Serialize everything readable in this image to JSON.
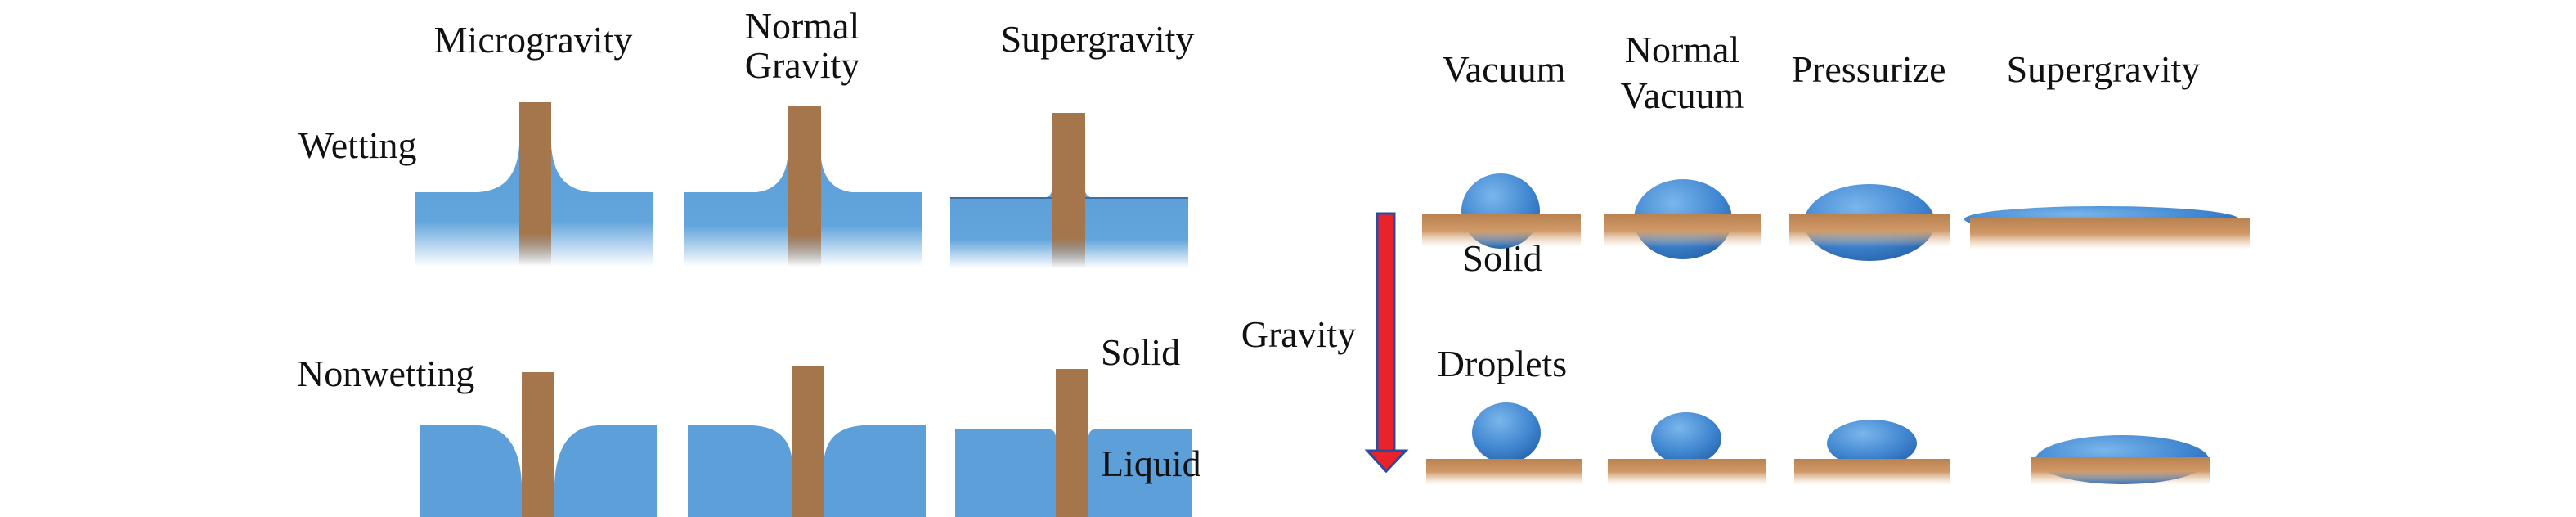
{
  "left_panel": {
    "columns": [
      "Microgravity",
      "Normal",
      "Gravity",
      "Supergravity"
    ],
    "rows": {
      "wetting": "Wetting",
      "nonwetting": "Nonwetting"
    },
    "labels": {
      "solid": "Solid",
      "liquid": "Liquid"
    }
  },
  "right_panel": {
    "columns": [
      "Vacuum",
      "Normal",
      "Vacuum",
      "Pressurize",
      "Supergravity"
    ],
    "labels": {
      "solid": "Solid",
      "droplets": "Droplets",
      "gravity": "Gravity"
    }
  },
  "colors": {
    "liquid": "#5d9fd8",
    "rod": "#a5764c",
    "substrate": "#c28b5c",
    "drop": "#3f85cf",
    "arrow_fill": "#e8232b",
    "arrow_stroke": "#2b4aa0"
  }
}
